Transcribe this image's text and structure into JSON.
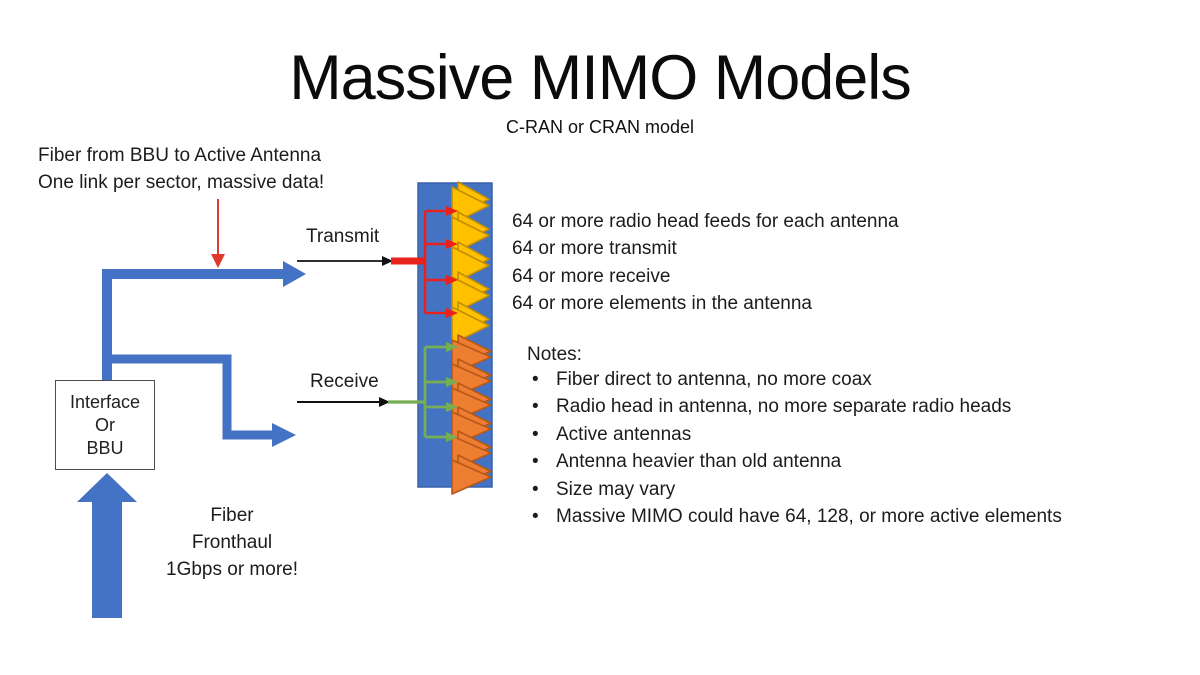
{
  "slide": {
    "title": "Massive MIMO Models",
    "subtitle": "C-RAN or CRAN model"
  },
  "callout": {
    "line1": "Fiber from BBU to Active Antenna",
    "line2": "One link per sector, massive data!"
  },
  "flow_labels": {
    "transmit": "Transmit",
    "receive": "Receive"
  },
  "interface_box": {
    "lines": [
      "Interface",
      "Or",
      "BBU"
    ]
  },
  "fronthaul_label": {
    "lines": [
      "Fiber",
      "Fronthaul",
      "1Gbps or more!"
    ]
  },
  "antenna_facts": {
    "lines": [
      "64 or more radio head feeds for each antenna",
      "64 or more transmit",
      "64 or more receive",
      "64 or more elements in the antenna"
    ]
  },
  "notes": {
    "heading": "Notes:",
    "items": [
      "Fiber direct to antenna, no more coax",
      "Radio head in antenna, no more separate radio heads",
      "Active antennas",
      "Antenna heavier than old antenna",
      "Size may vary",
      "Massive MIMO could have 64, 128, or more active elements"
    ]
  },
  "antenna_panel": {
    "transmit_elements": 5,
    "receive_elements": 6,
    "transmit_feeds": 4,
    "receive_feeds": 4,
    "colors": {
      "panel_blue": "#4573C4",
      "flow_arrow_blue": "#4472C4",
      "transmit_red": "#E8211D",
      "receive_green": "#76AE53",
      "transmit_element_gold": "#FFC000",
      "receive_element_orange": "#ED7D31",
      "callout_arrow_red": "#DE3A2E"
    }
  }
}
